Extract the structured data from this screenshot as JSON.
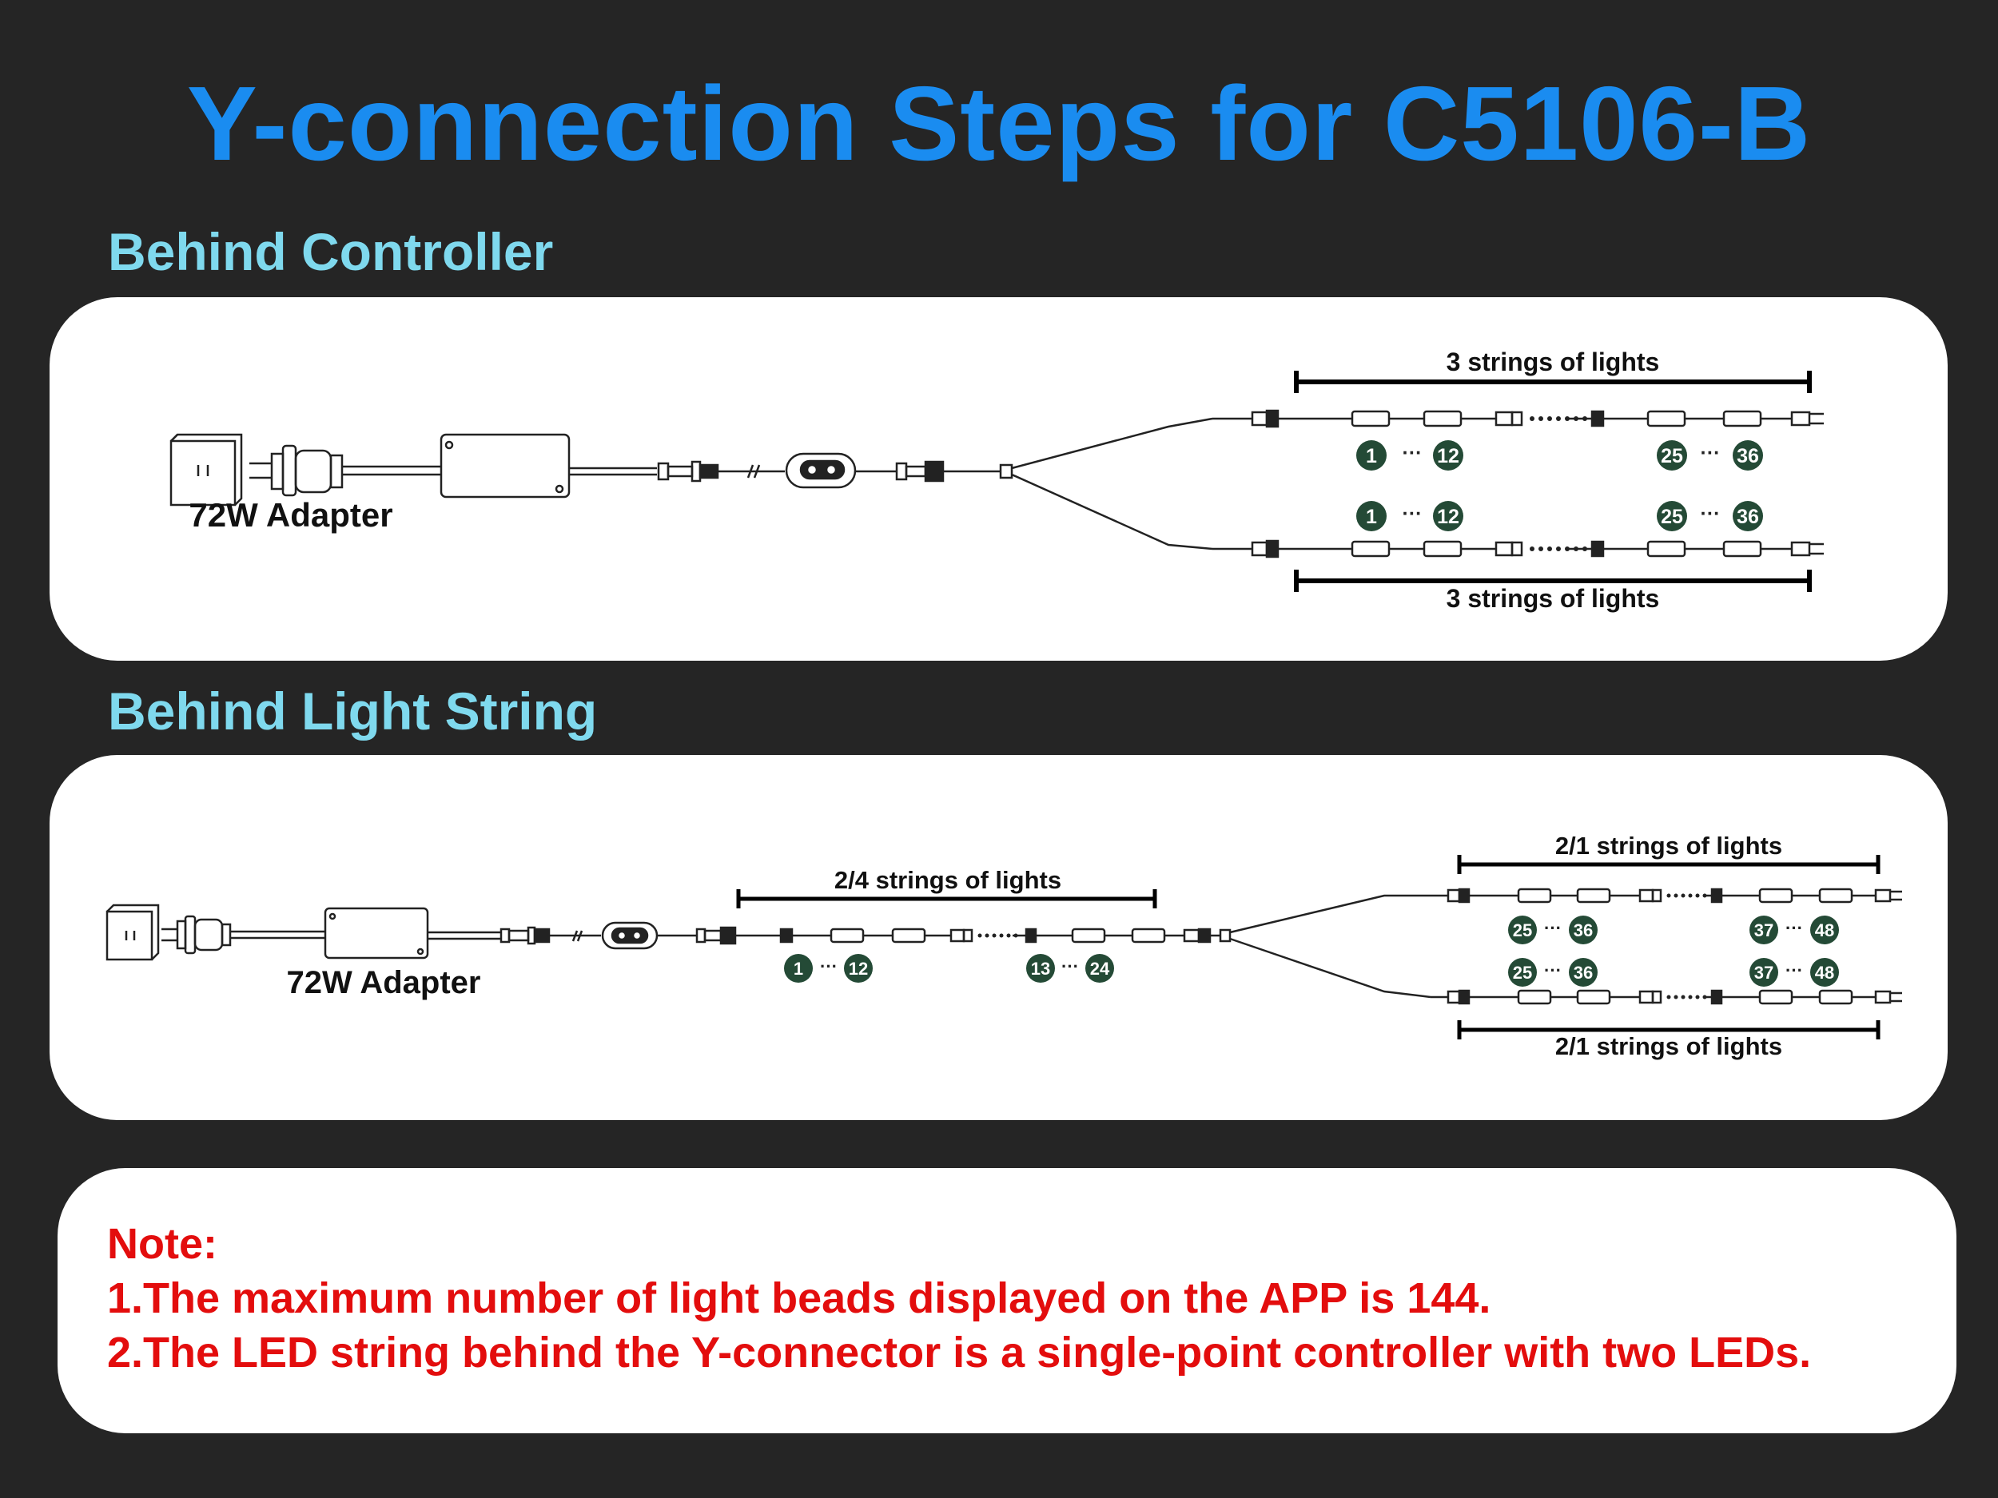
{
  "title": "Y-connection Steps for C5106-B",
  "sections": [
    {
      "heading": "Behind Controller",
      "adapter_label": "72W  Adapter",
      "upper_label": "3 strings of lights",
      "lower_label": "3 strings of lights",
      "upper_badges": [
        "1",
        "12",
        "25",
        "36"
      ],
      "lower_badges": [
        "1",
        "12",
        "25",
        "36"
      ],
      "ellipsis": "···"
    },
    {
      "heading": "Behind Light String",
      "adapter_label": "72W  Adapter",
      "mid_label": "2/4 strings of lights",
      "mid_badges": [
        "1",
        "12",
        "13",
        "24"
      ],
      "upper_label": "2/1 strings of lights",
      "lower_label": "2/1 strings of lights",
      "upper_badges": [
        "25",
        "36",
        "37",
        "48"
      ],
      "lower_badges": [
        "25",
        "36",
        "37",
        "48"
      ],
      "ellipsis": "···"
    }
  ],
  "note": {
    "heading": "Note:",
    "line1": "1.The maximum number of light beads displayed on the APP is 144.",
    "line2": "2.The LED string behind the Y-connector is a single-point controller with two LEDs."
  },
  "colors": {
    "title": "#1a8cf0",
    "section_heading": "#7fd9ee",
    "badge": "#244a36",
    "note": "#e30d0d",
    "background": "#252525"
  }
}
